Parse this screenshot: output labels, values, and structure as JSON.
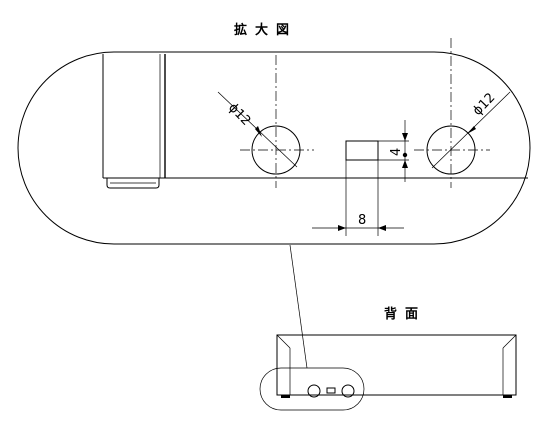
{
  "titles": {
    "enlarged_view": "拡大図",
    "rear_view": "背面"
  },
  "dimensions": {
    "left_hole_diameter": "ϕ12",
    "right_hole_diameter": "ϕ12",
    "slot_height": "4",
    "slot_offset": "8"
  }
}
